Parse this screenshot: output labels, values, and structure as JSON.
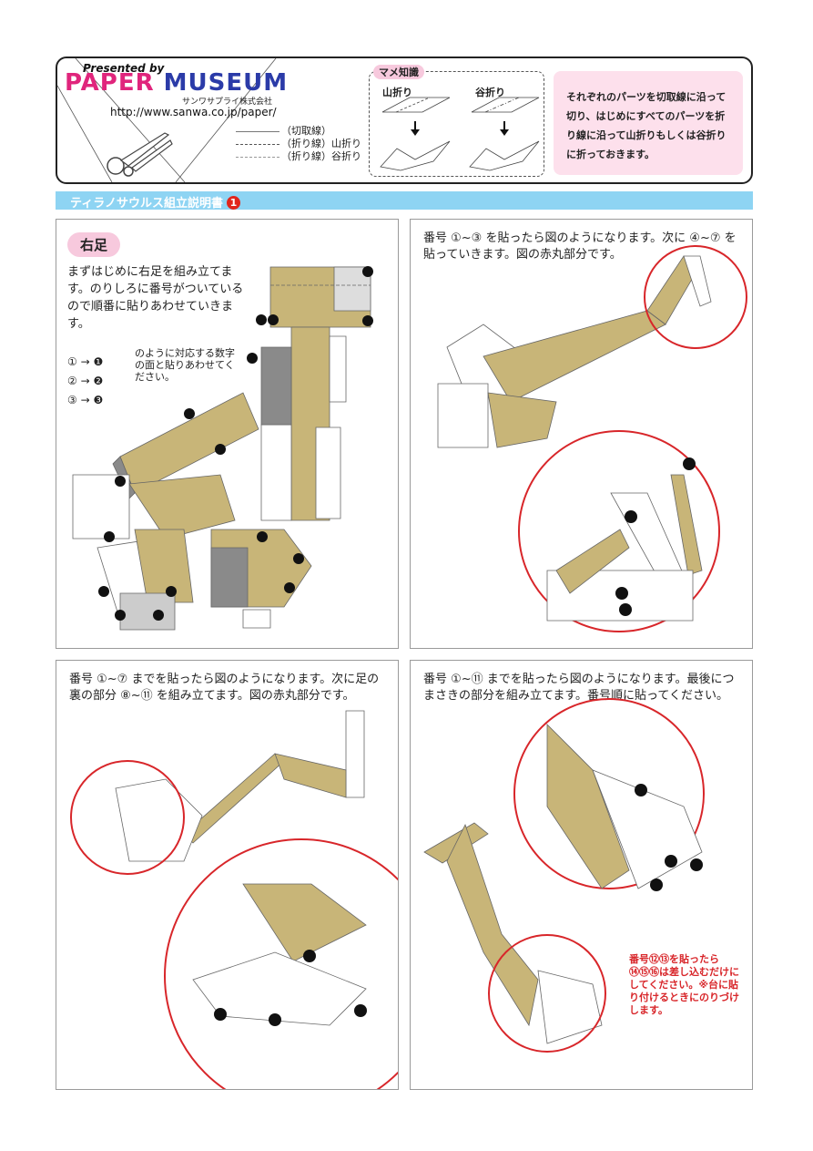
{
  "header": {
    "presented_by": "Presented by",
    "logo_paper": "PAPER",
    "logo_museum": "MUSEUM",
    "company": "サンワサプライ株式会社",
    "url": "http://www.sanwa.co.jp/paper/",
    "legend": [
      {
        "label": "（切取線）"
      },
      {
        "label": "（折り線）山折り"
      },
      {
        "label": "（折り線）谷折り"
      }
    ],
    "mame_title": "マメ知識",
    "mountain_fold": "山折り",
    "valley_fold": "谷折り",
    "note": "それぞれのパーツを切取線に沿って切り、はじめにすべてのパーツを折り線に沿って山折りもしくは谷折りに折っておきます。"
  },
  "title_bar": {
    "text": "ティラノサウルス組立説明書",
    "number": "1"
  },
  "step1": {
    "section": "右足",
    "text": "まずはじめに右足を組み立てます。のりしろに番号がついているので順番に貼りあわせていきます。",
    "order": [
      "① → ❶",
      "② → ❷",
      "③ → ❸"
    ],
    "order_note": "のように対応する数字の面と貼りあわせてください。"
  },
  "step2": {
    "text": "番号 ①~③ を貼ったら図のようになります。次に ④~⑦ を貼っていきます。図の赤丸部分です。"
  },
  "step3": {
    "text": "番号 ①~⑦ までを貼ったら図のようになります。次に足の裏の部分 ⑧~⑪ を組み立てます。図の赤丸部分です。"
  },
  "step4": {
    "text": "番号 ①~⑪ までを貼ったら図のようになります。最後につまさきの部分を組み立てます。番号順に貼ってください。",
    "red_note": "番号⑫⑬を貼ったら⑭⑮⑯は差し込むだけにしてください。※台に貼り付けるときにのりづけします。"
  },
  "colors": {
    "accent_pink": "#f7c9dd",
    "title_blue": "#8ed4f3",
    "red": "#e1261c",
    "bone": "#c8b578"
  }
}
